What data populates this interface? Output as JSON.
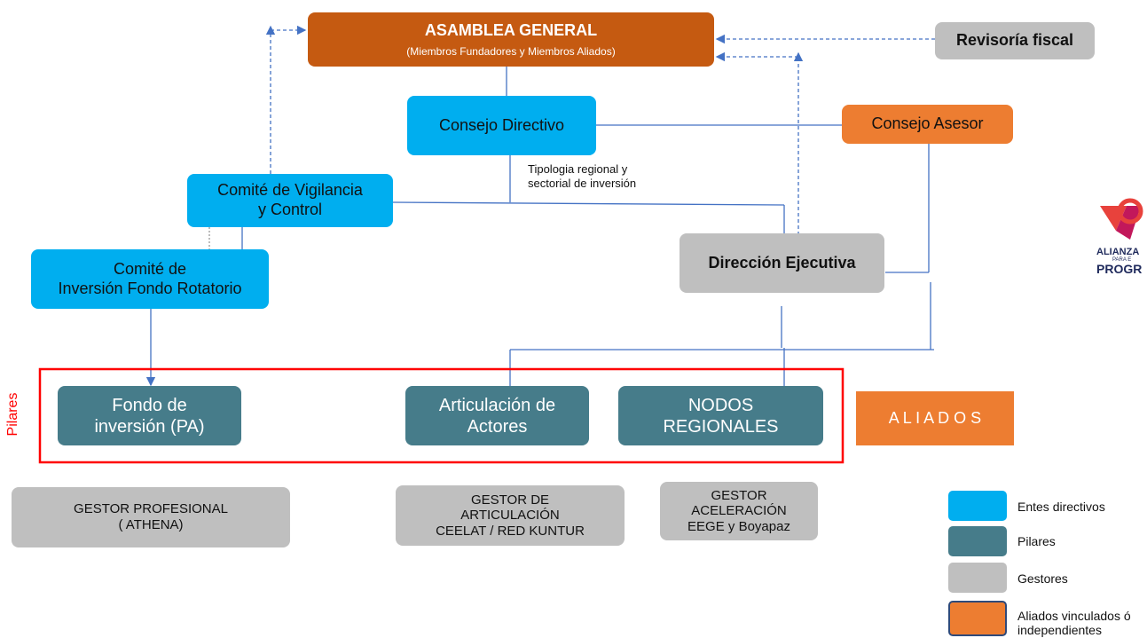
{
  "asamblea": {
    "title": "ASAMBLEA GENERAL",
    "subtitle": "(Miembros Fundadores y Miembros Aliados)"
  },
  "revisoria": "Revisoría fiscal",
  "consejo_directivo": "Consejo Directivo",
  "consejo_asesor": "Consejo Asesor",
  "tipologia": {
    "line1": "Tipologia regional y",
    "line2": "sectorial de inversión"
  },
  "comite_vigilancia": {
    "line1": "Comité de Vigilancia",
    "line2": "y Control"
  },
  "comite_inversion": {
    "line1": "Comité de",
    "line2": "Inversión Fondo Rotatorio"
  },
  "direccion": "Dirección Ejecutiva",
  "pilares_label": "Pilares",
  "pilares": [
    {
      "line1": "Fondo de",
      "line2": "inversión (PA)"
    },
    {
      "line1": "Articulación de",
      "line2": "Actores"
    },
    {
      "line1": "NODOS",
      "line2": "REGIONALES"
    }
  ],
  "aliados": "A L I A D O S",
  "gestores": [
    {
      "line1": "GESTOR PROFESIONAL",
      "line2": "( ATHENA)"
    },
    {
      "line1": "GESTOR DE",
      "line2": "ARTICULACIÓN",
      "line3": "CEELAT / RED KUNTUR"
    },
    {
      "line1": "GESTOR",
      "line2": "ACELERACIÓN",
      "line3": "EEGE y Boyapaz"
    }
  ],
  "logo": {
    "line1": "ALIANZA",
    "line2": "PARA E",
    "line3": "PROGR"
  },
  "legend": [
    {
      "label": "Entes  directivos",
      "color": "#00aeef"
    },
    {
      "label": "Pilares",
      "color": "#467c8a"
    },
    {
      "label": "Gestores",
      "color": "#bfbfbf"
    },
    {
      "label": "Aliados vinculados ó",
      "label2": "independientes",
      "color": "#ed7d31"
    }
  ],
  "colors": {
    "blue": "#00aeef",
    "orange": "#c55a11",
    "teal": "#467c8a",
    "gray": "#bfbfbf",
    "red": "#ff0000"
  }
}
